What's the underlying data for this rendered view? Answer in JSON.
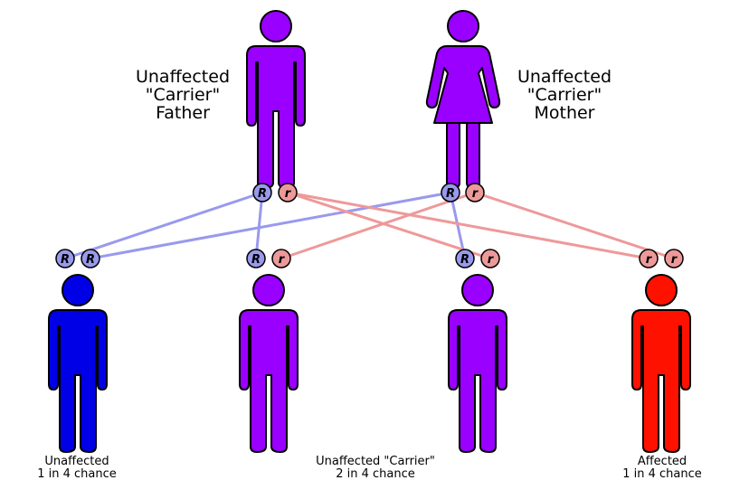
{
  "parents": {
    "father": {
      "label_lines": [
        "Unaffected",
        "\"Carrier\"",
        "Father"
      ],
      "alleles": [
        "R",
        "r"
      ]
    },
    "mother": {
      "label_lines": [
        "Unaffected",
        "\"Carrier\"",
        "Mother"
      ],
      "alleles": [
        "R",
        "r"
      ]
    }
  },
  "children": [
    {
      "alleles": [
        "R",
        "R"
      ],
      "color": "#0000e6"
    },
    {
      "alleles": [
        "R",
        "r"
      ],
      "color": "#9900ff"
    },
    {
      "alleles": [
        "R",
        "r"
      ],
      "color": "#9900ff"
    },
    {
      "alleles": [
        "r",
        "r"
      ],
      "color": "#ff1100"
    }
  ],
  "captions": {
    "unaffected": [
      "Unaffected",
      "1 in 4 chance"
    ],
    "carrier": [
      "Unaffected \"Carrier\"",
      "2 in 4 chance"
    ],
    "affected": [
      "Affected",
      "1 in 4 chance"
    ]
  },
  "colors": {
    "parent_fill": "#9900ff",
    "dominant_allele": "#9999ee",
    "recessive_allele": "#ee9999",
    "dominant_line": "#9999ee",
    "recessive_line": "#ee9999",
    "outline": "#000000"
  }
}
